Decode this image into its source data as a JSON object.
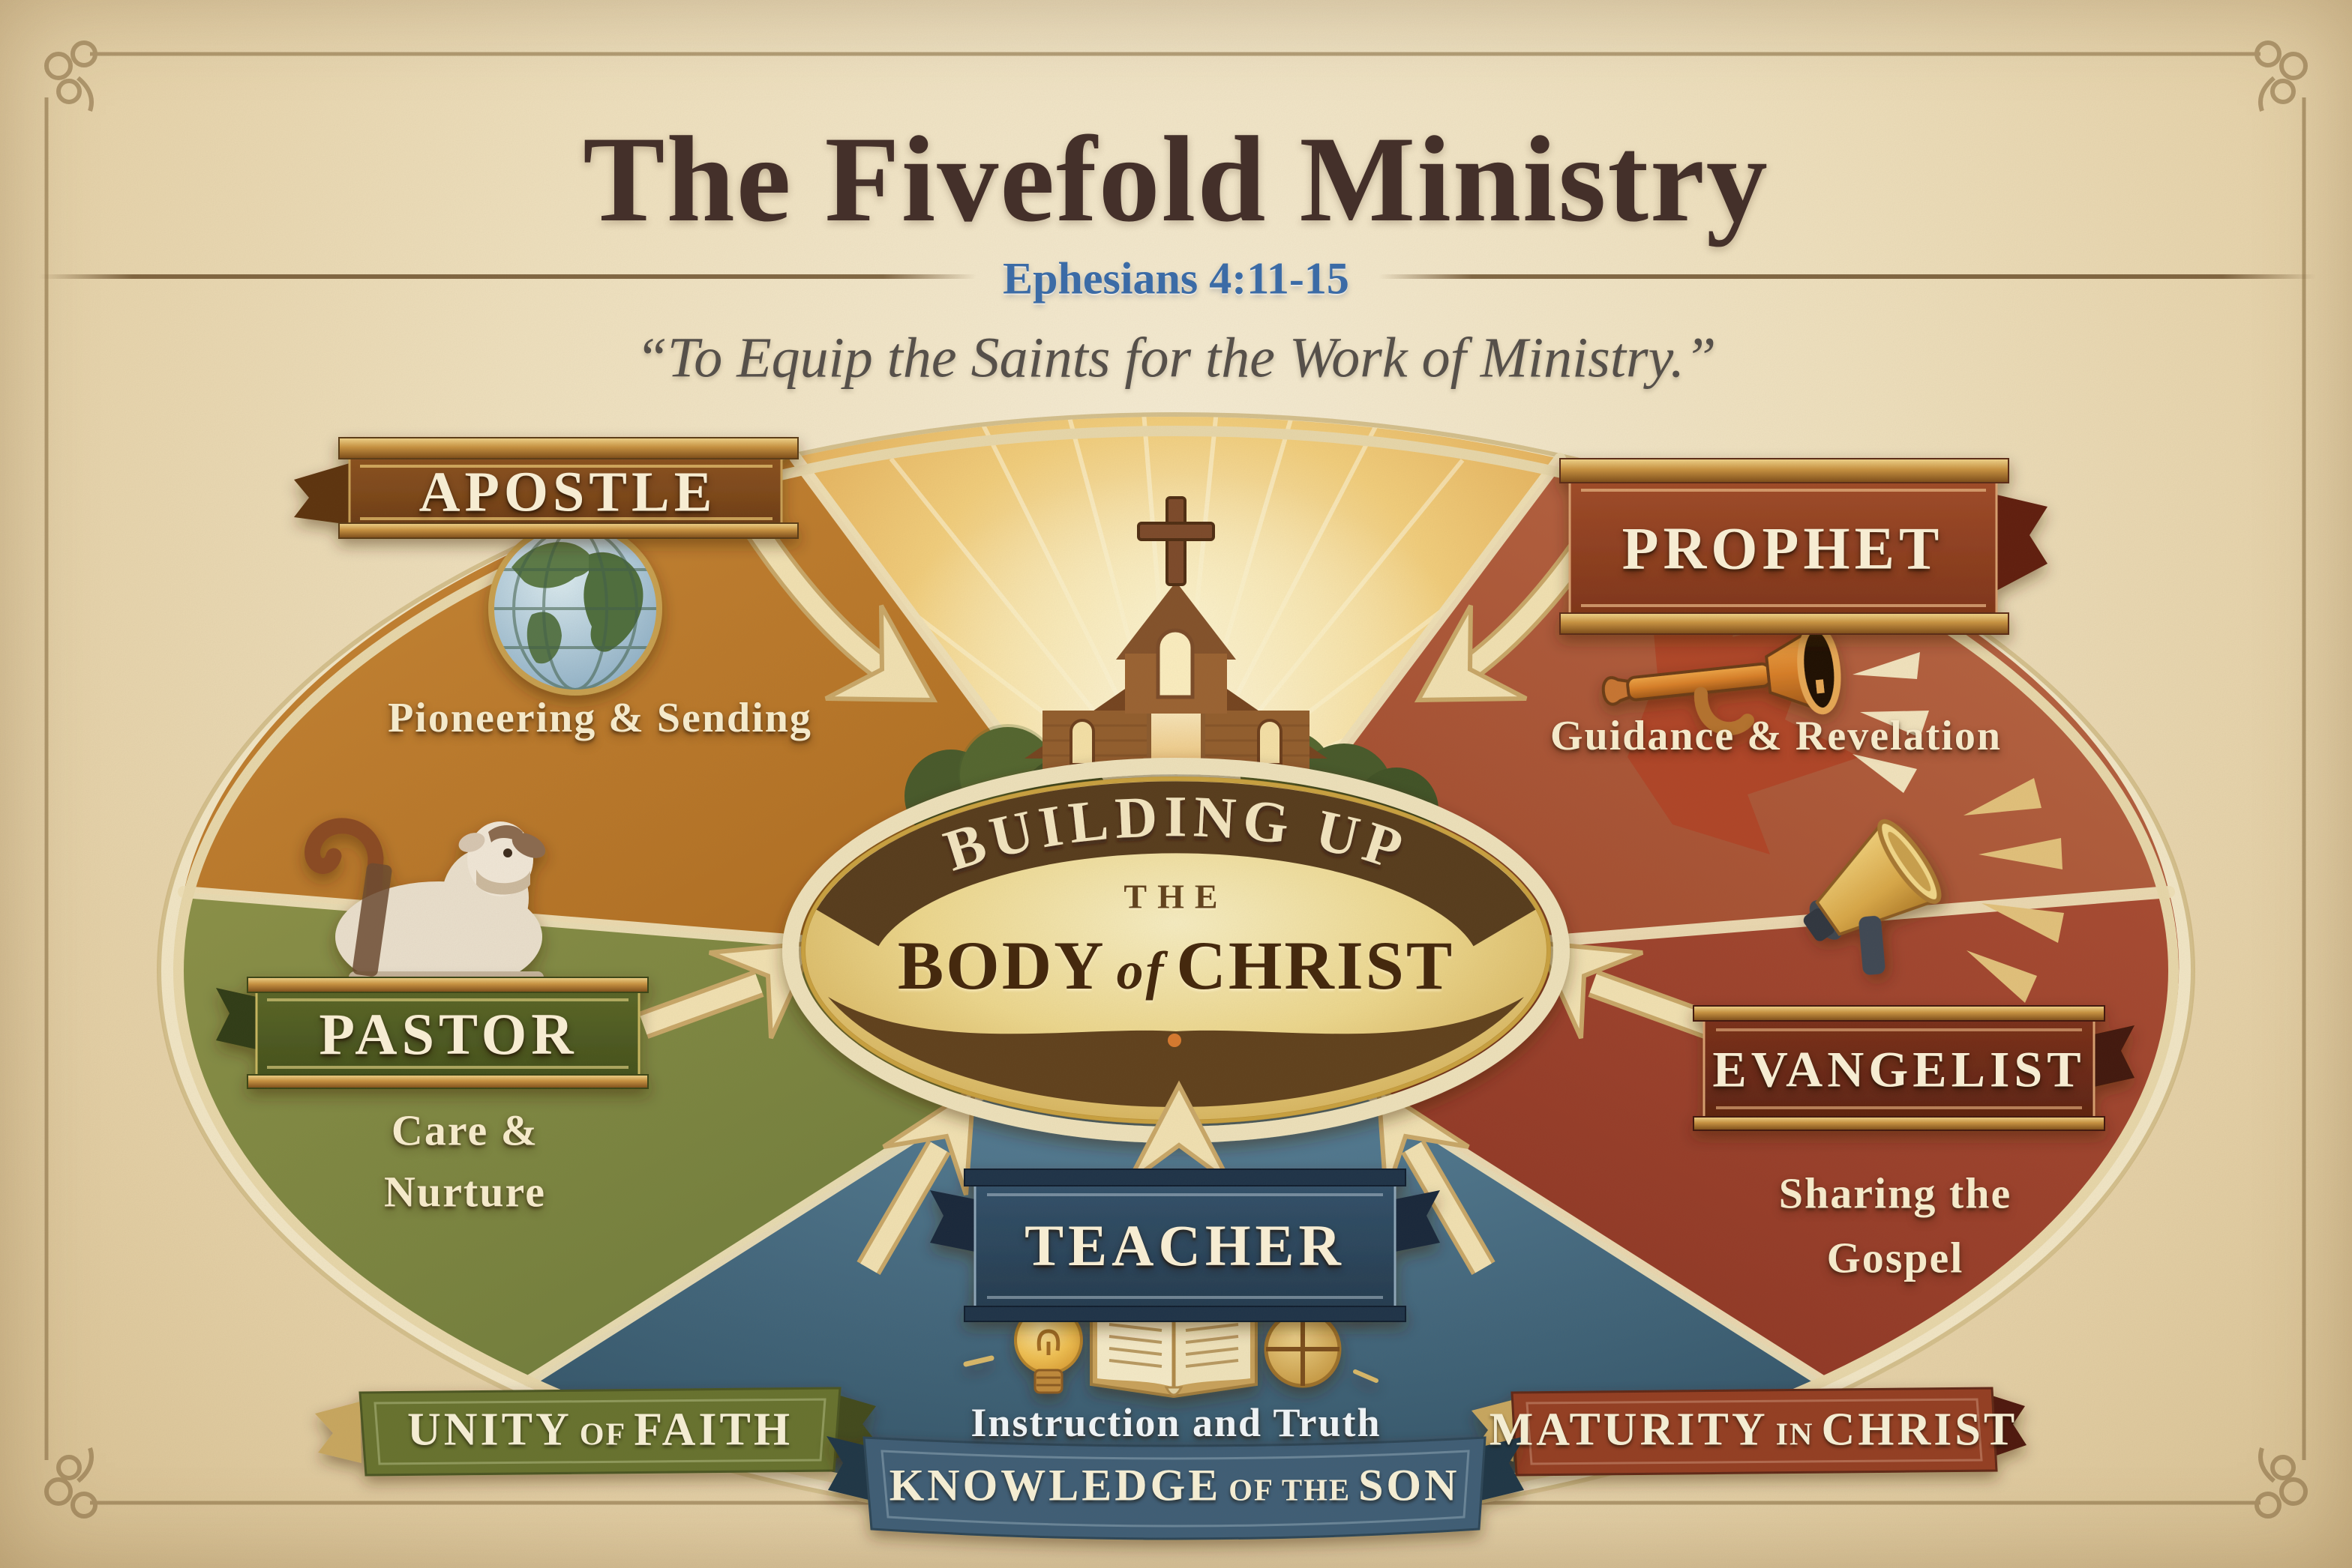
{
  "header": {
    "title": "The Fivefold Ministry",
    "scripture": "Ephesians 4:11-15",
    "quote": "“To Equip the Saints for the Work of Ministry.”"
  },
  "center": {
    "arc_text": "BUILDING UP",
    "the": "THE",
    "body": "BODY",
    "of": "of",
    "christ": "CHRIST",
    "illustration": "church-on-hill-with-cross-and-light-rays"
  },
  "roles": {
    "apostle": {
      "label": "APOSTLE",
      "description": "Pioneering & Sending",
      "icon": "globe-icon",
      "wedge_color": "#b4701f"
    },
    "prophet": {
      "label": "PROPHET",
      "description": "Guidance & Revelation",
      "icon": "trumpet-icon",
      "wedge_color": "#a34a2c"
    },
    "pastor": {
      "label": "PASTOR",
      "description_line1": "Care &",
      "description_line2": "Nurture",
      "icon": "lamb-and-crook-icon",
      "wedge_color": "#6d7c39"
    },
    "evangelist": {
      "label": "EVANGELIST",
      "description_line1": "Sharing the",
      "description_line2": "Gospel",
      "icon": "megaphone-icon",
      "wedge_color": "#8c3322"
    },
    "teacher": {
      "label": "TEACHER",
      "description": "Instruction and Truth",
      "icons": [
        "lightbulb-icon",
        "open-book-icon",
        "bread-icon"
      ],
      "wedge_color": "#33586e"
    }
  },
  "ribbons": {
    "left": {
      "part1": "UNITY",
      "part2": "OF",
      "part3": "FAITH",
      "color": "#66722f"
    },
    "center": {
      "part1": "KNOWLEDGE",
      "part2": "OF THE",
      "part3": "SON",
      "color": "#3c5d77"
    },
    "right": {
      "part1": "MATURITY",
      "part2": "IN",
      "part3": "CHRIST",
      "color": "#943d24"
    }
  },
  "palette": {
    "parchment": "#f0e2c0",
    "frame_line": "#8a6f45",
    "title_brown": "#44302a",
    "scripture_blue": "#3b6ba6",
    "cream_text": "#f4e9ca",
    "center_gold": "#ecd78e",
    "band_brown": "#573a1d"
  }
}
